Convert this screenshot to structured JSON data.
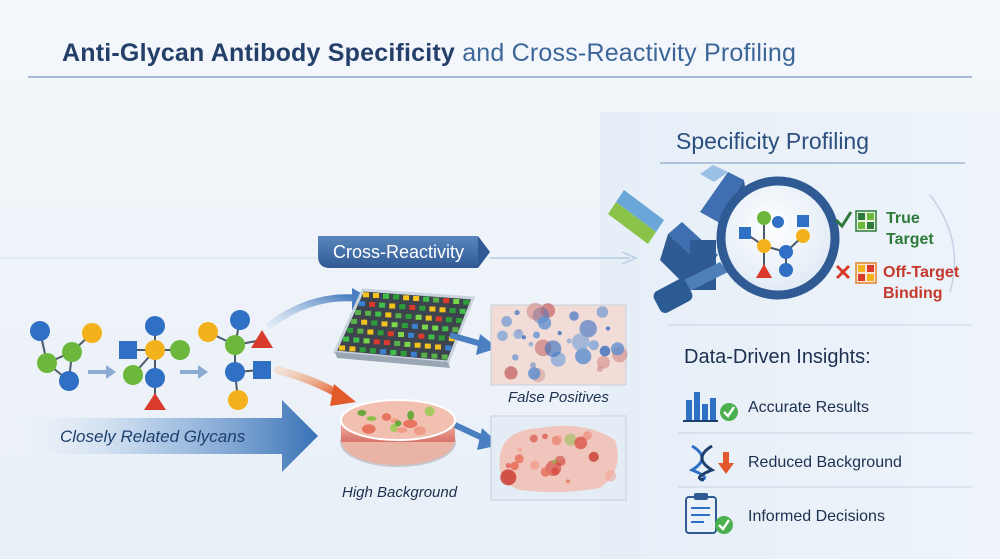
{
  "title": {
    "part_bold": "Anti-Glycan Antibody Specificity",
    "part_light": "and Cross-Reactivity Profiling"
  },
  "left": {
    "cross_reactivity_label": "Cross-Reactivity",
    "closely_related_label": "Closely Related Glycans",
    "false_positives_label": "False Positives",
    "high_background_label": "High Background"
  },
  "right": {
    "specificity_title": "Specificity Profiling",
    "true_target_line1": "True",
    "true_target_line2": "Target",
    "off_target_line1": "Off-Target",
    "off_target_line2": "Binding",
    "insights_title": "Data-Driven Insights:",
    "insights": [
      {
        "label": "Accurate Results",
        "icon": "bar-chart-check-icon"
      },
      {
        "label": "Reduced Background",
        "icon": "dna-arrow-down-icon"
      },
      {
        "label": "Informed Decisions",
        "icon": "clipboard-check-icon"
      }
    ]
  },
  "colors": {
    "title": "#2b4f7e",
    "glycan_blue": "#2f6fc4",
    "glycan_green": "#6cb83c",
    "glycan_yellow": "#f3b21c",
    "glycan_red": "#d93a2b",
    "true_green": "#2e7a3a",
    "off_red": "#c4392b"
  }
}
